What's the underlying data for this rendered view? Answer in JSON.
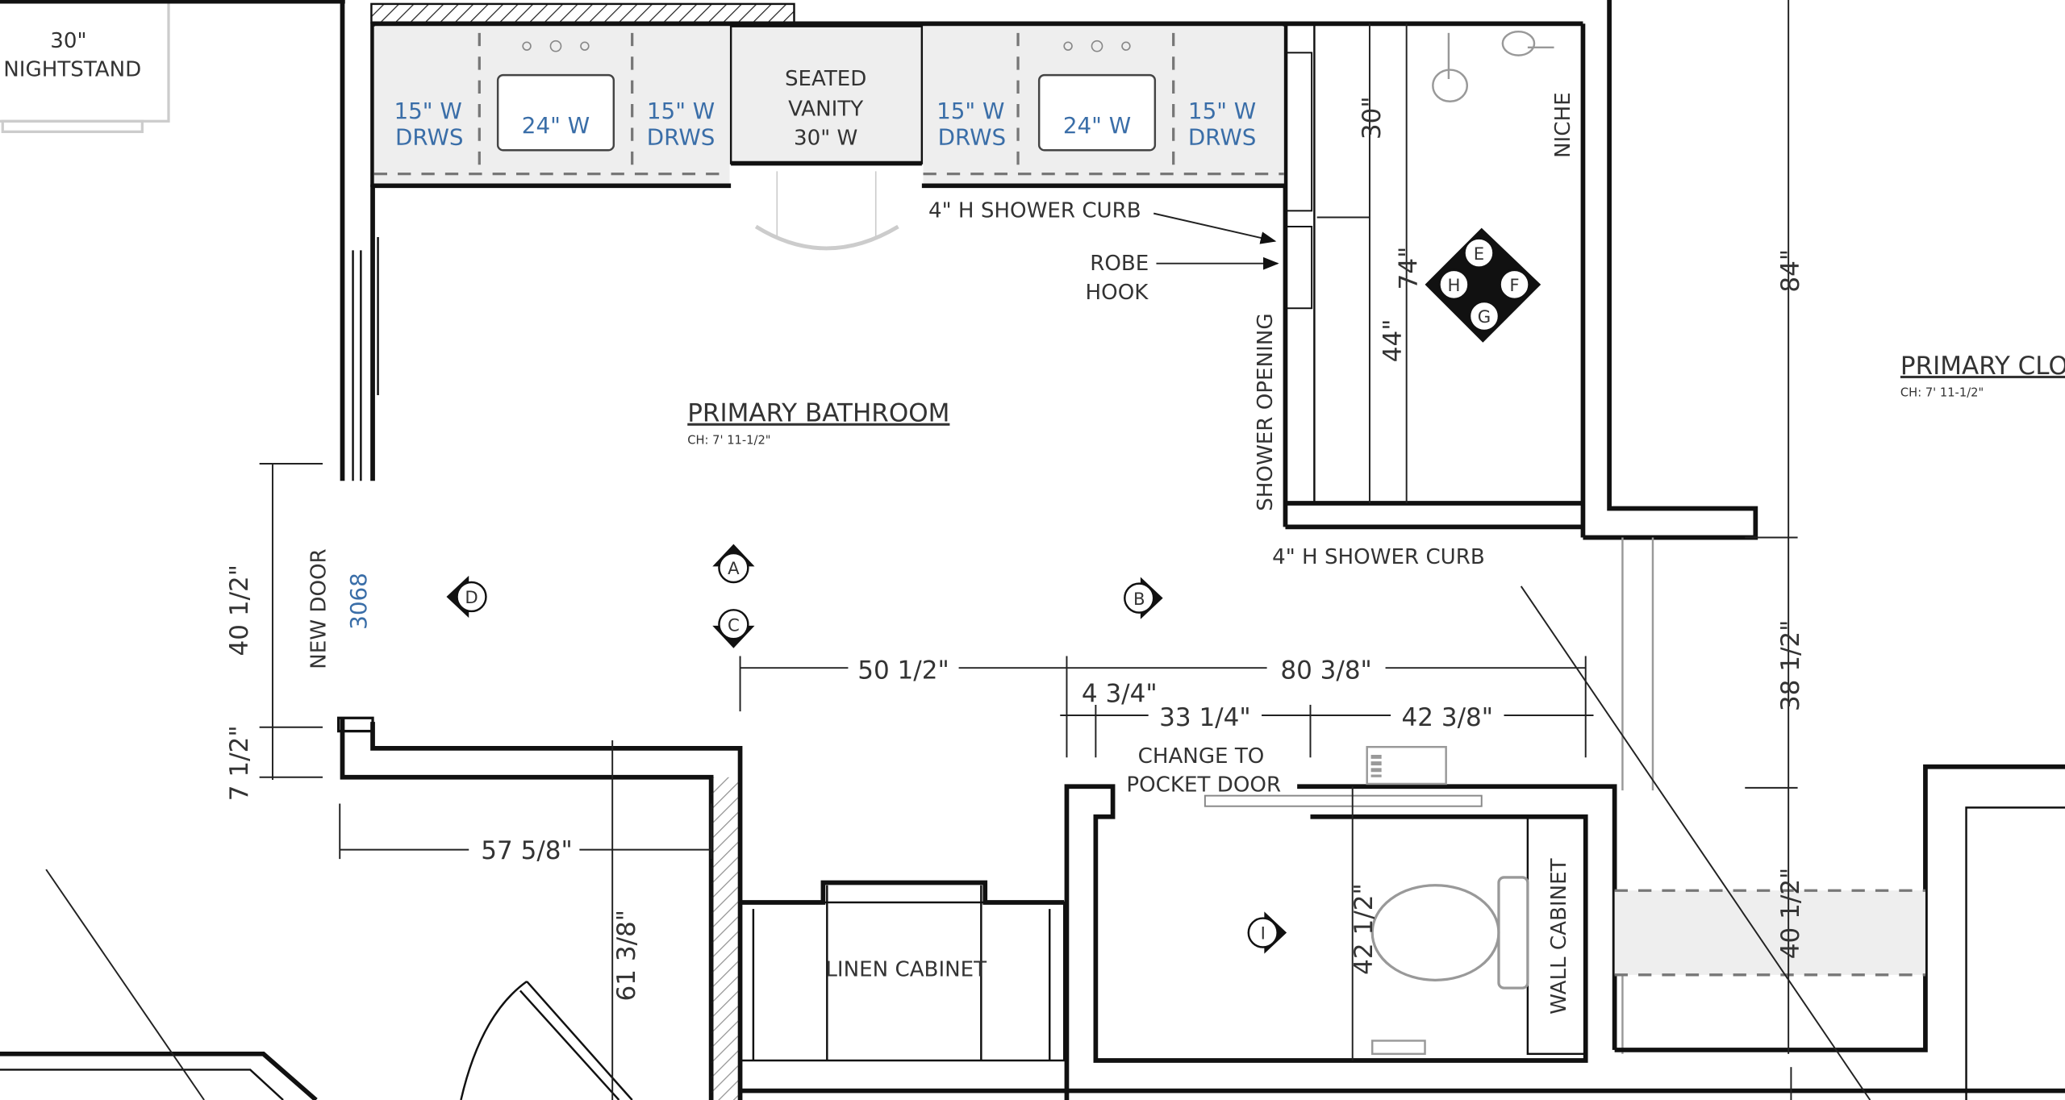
{
  "rooms": {
    "bathroom": {
      "name": "PRIMARY BATHROOM",
      "ceiling": "CH: 7' 11-1/2\""
    },
    "closet": {
      "name": "PRIMARY CLO",
      "ceiling": "CH: 7' 11-1/2\""
    }
  },
  "furniture": {
    "nightstand": [
      "30\"",
      "NIGHTSTAND"
    ],
    "drawers": [
      "15\" W",
      "DRWS"
    ],
    "sink": "24\" W",
    "seated_vanity": [
      "SEATED",
      "VANITY",
      "30\" W"
    ],
    "linen_cabinet": "LINEN CABINET",
    "wall_cabinet": "WALL CABINET",
    "niche": "NICHE"
  },
  "notes": {
    "shower_curb_top": "4\" H SHOWER CURB",
    "robe_hook": [
      "ROBE",
      "HOOK"
    ],
    "shower_opening": "SHOWER OPENING",
    "shower_curb_bottom": "4\" H SHOWER CURB",
    "new_door": "NEW DOOR",
    "door_code": "3068",
    "pocket_door": [
      "CHANGE TO",
      "POCKET DOOR"
    ]
  },
  "dimensions": {
    "d30": "30\"",
    "d74": "74\"",
    "d44": "44\"",
    "d84": "84\"",
    "d40_left": "40 1/2\"",
    "d7": "7 1/2\"",
    "d57": "57 5/8\"",
    "d61": "61 3/8\"",
    "d50": "50 1/2\"",
    "d80": "80 3/8\"",
    "d4": "4 3/4\"",
    "d33": "33 1/4\"",
    "d42h": "42 3/8\"",
    "d42v": "42 1/2\"",
    "d38": "38 1/2\"",
    "d40_right": "40 1/2\""
  },
  "markers": [
    "A",
    "B",
    "C",
    "D",
    "E",
    "F",
    "G",
    "H",
    "I"
  ]
}
